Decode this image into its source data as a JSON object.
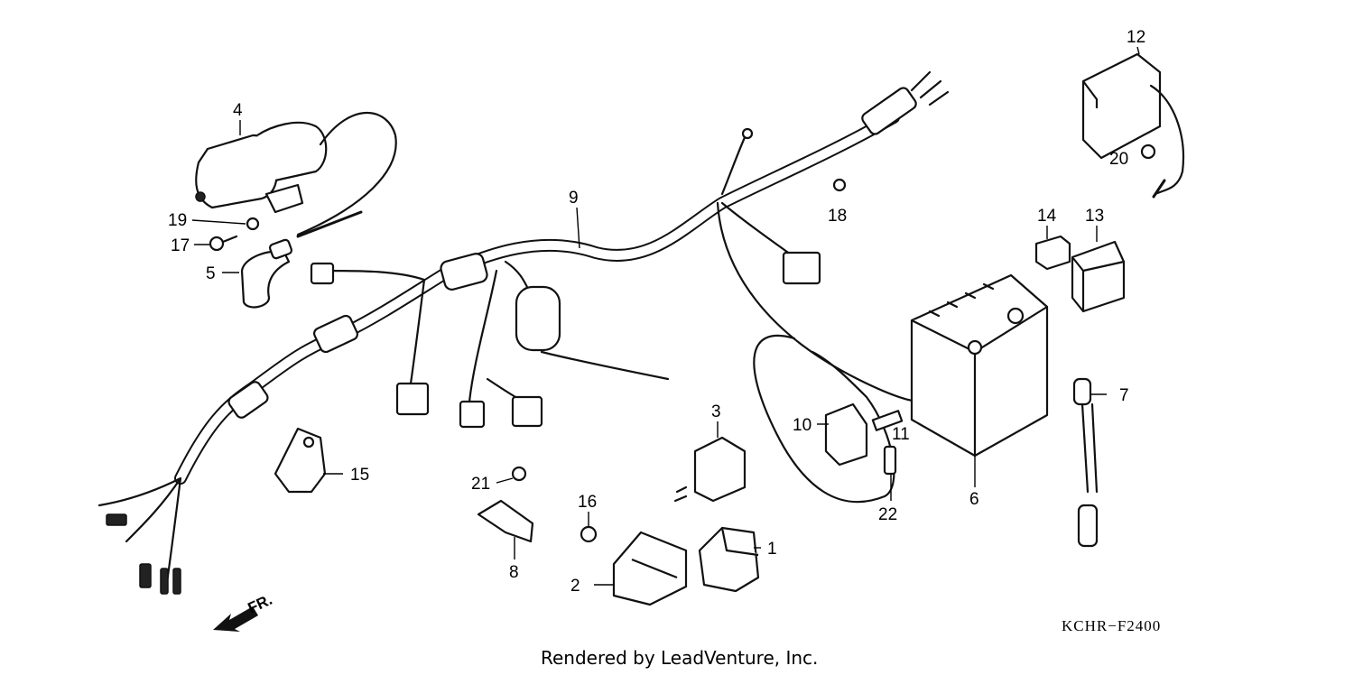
{
  "diagram": {
    "callouts": {
      "c1": "1",
      "c2": "2",
      "c3": "3",
      "c4": "4",
      "c5": "5",
      "c6": "6",
      "c7": "7",
      "c8": "8",
      "c9": "9",
      "c10": "10",
      "c11": "11",
      "c12": "12",
      "c13": "13",
      "c14": "14",
      "c15": "15",
      "c16": "16",
      "c17": "17",
      "c18": "18",
      "c19": "19",
      "c20": "20",
      "c21": "21",
      "c22": "22"
    },
    "direction_label": "FR.",
    "diagram_code": "KCHR−F2400"
  },
  "footer": {
    "credit": "Rendered by LeadVenture, Inc."
  }
}
